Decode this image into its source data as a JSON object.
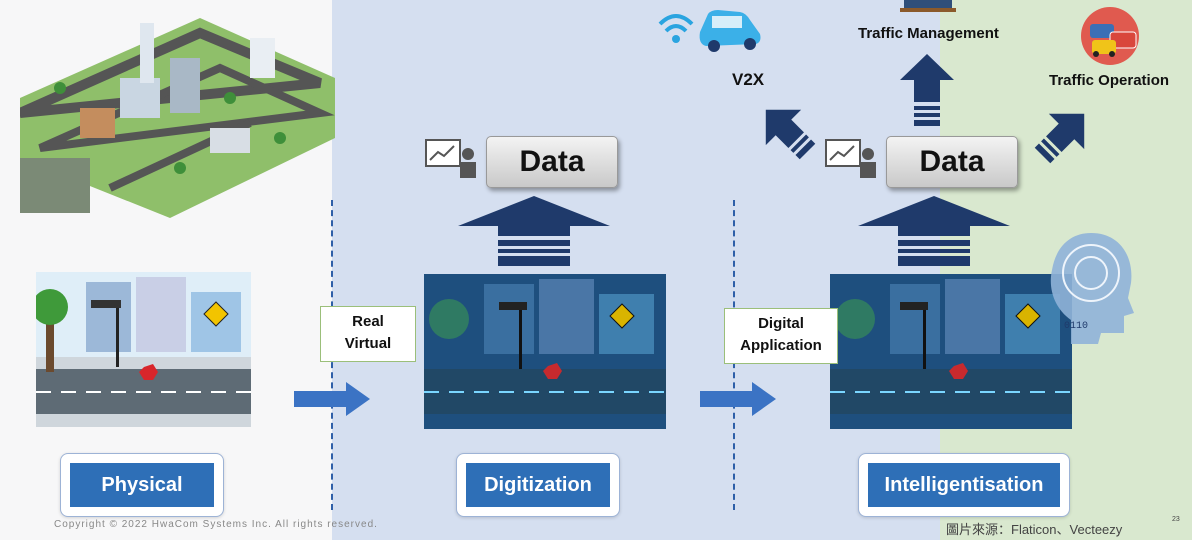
{
  "stages": {
    "physical": "Physical",
    "digitization": "Digitization",
    "intelligentisation": "Intelligentisation"
  },
  "transitions": {
    "first": [
      "Real",
      "Virtual"
    ],
    "second": [
      "Digital",
      "Application"
    ]
  },
  "data_labels": [
    "Data",
    "Data"
  ],
  "outputs": {
    "v2x": "V2X",
    "traffic_management": "Traffic Management",
    "traffic_operation": "Traffic Operation"
  },
  "footer": {
    "copyright": "Copyright © 2022 HwaCom Systems Inc. All rights reserved.",
    "credit": "圖片來源：Flaticon、Vecteezy",
    "page": "23"
  },
  "colors": {
    "stage_blue": "#2e6fb7",
    "arrow_navy": "#1f3a6b",
    "flow_arrow": "#3b73c4",
    "zone_blue": "#d5dff0",
    "zone_green": "#d9e8cf"
  }
}
